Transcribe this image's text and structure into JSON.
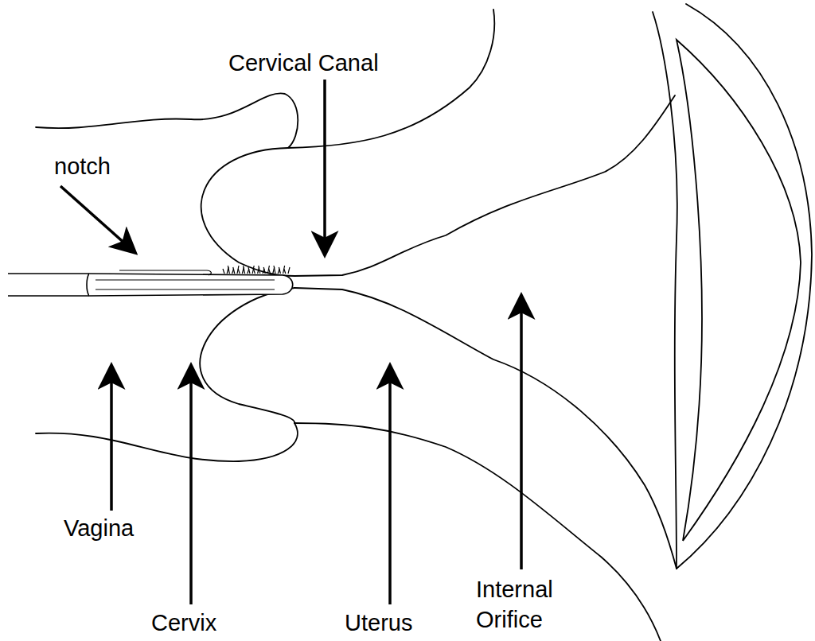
{
  "diagram": {
    "labels": [
      "Cervical Canal",
      "notch",
      "Vagina",
      "Cervix",
      "Uterus",
      "Internal Orifice"
    ]
  }
}
